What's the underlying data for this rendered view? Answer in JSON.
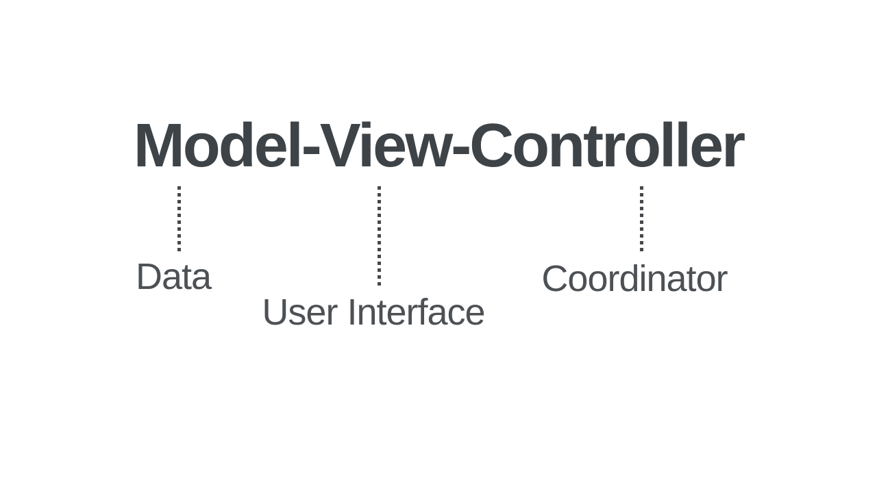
{
  "title": "Model-View-Controller",
  "colors": {
    "background": "#ffffff",
    "title_text": "#3e4347",
    "label_text": "#4d5155",
    "dotted_line": "#45494d"
  },
  "diagram": {
    "components": [
      {
        "name": "Model",
        "label": "Data"
      },
      {
        "name": "View",
        "label": "User Interface"
      },
      {
        "name": "Controller",
        "label": "Coordinator"
      }
    ]
  }
}
